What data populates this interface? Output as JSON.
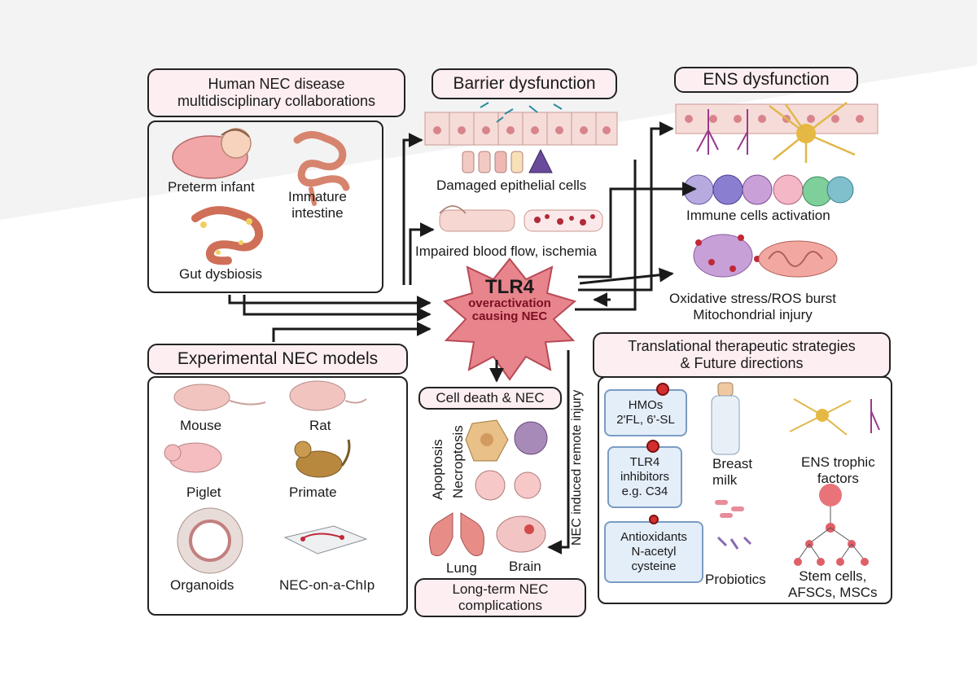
{
  "human_nec": {
    "header_line1": "Human NEC disease",
    "header_line2": "multidisciplinary collaborations",
    "preterm_infant": "Preterm infant",
    "immature_intestine_line1": "Immature",
    "immature_intestine_line2": "intestine",
    "gut_dysbiosis": "Gut dysbiosis"
  },
  "barrier": {
    "header": "Barrier dysfunction",
    "damaged_epithelial": "Damaged epithelial cells",
    "impaired_blood_flow": "Impaired blood flow, ischemia"
  },
  "ens": {
    "header": "ENS dysfunction",
    "immune_activation": "Immune cells activation",
    "oxidative_line1": "Oxidative stress/ROS burst",
    "oxidative_line2": "Mitochondrial injury"
  },
  "center": {
    "tlr4": "TLR4",
    "line1": "overactivation",
    "line2": "causing NEC",
    "remote_injury": "NEC induced remote injury"
  },
  "models": {
    "header": "Experimental NEC models",
    "mouse": "Mouse",
    "rat": "Rat",
    "piglet": "Piglet",
    "primate": "Primate",
    "organoids": "Organoids",
    "chip": "NEC-on-a-ChIp"
  },
  "cell_death": {
    "header": "Cell death & NEC",
    "apoptosis": "Apoptosis",
    "necroptosis": "Necroptosis",
    "lung": "Lung",
    "brain": "Brain",
    "long_term_line1": "Long-term NEC",
    "long_term_line2": "complications"
  },
  "therapy": {
    "header_line1": "Translational therapeutic strategies",
    "header_line2": "& Future directions",
    "hmos_line1": "HMOs",
    "hmos_line2": "2'FL, 6'-SL",
    "tlr4_inh_line1": "TLR4",
    "tlr4_inh_line2": "inhibitors",
    "tlr4_inh_line3": "e.g. C34",
    "antiox_line1": "Antioxidants",
    "antiox_line2": "N-acetyl",
    "antiox_line3": "cysteine",
    "breast_line1": "Breast",
    "breast_line2": "milk",
    "probiotics": "Probiotics",
    "ens_trophic_line1": "ENS trophic",
    "ens_trophic_line2": "factors",
    "stem_line1": "Stem cells,",
    "stem_line2": "AFSCs, MSCs"
  },
  "colors": {
    "pink_box": "#fdeef1",
    "starburst": "#e8848c",
    "therapy_box": "#e4eef9",
    "marker": "#d32f2f"
  }
}
